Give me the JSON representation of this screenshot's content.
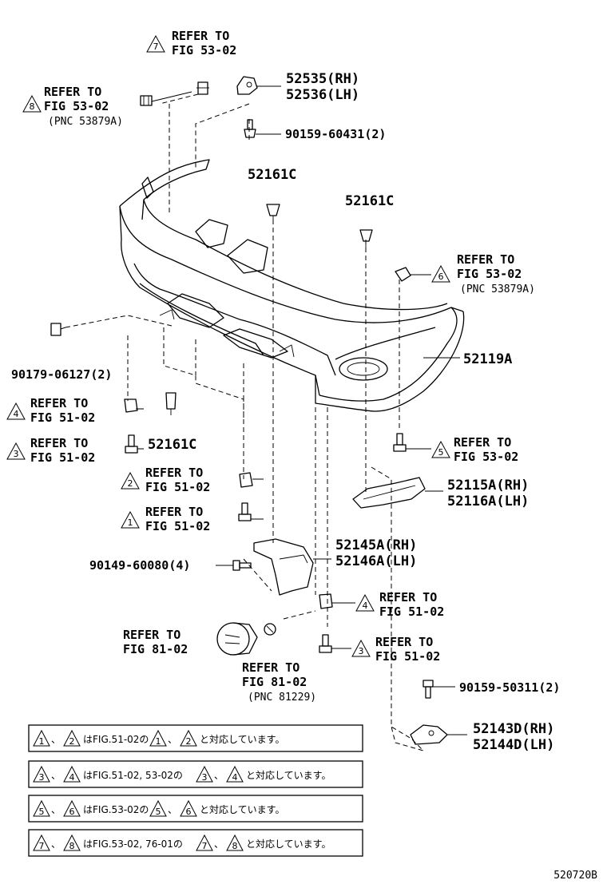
{
  "callouts": {
    "c7_top": {
      "num": "7",
      "l1": "REFER TO",
      "l2": "FIG 53-02"
    },
    "c8": {
      "num": "8",
      "l1": "REFER TO",
      "l2": "FIG 53-02",
      "l3": "(PNC 53879A)"
    },
    "c6": {
      "num": "6",
      "l1": "REFER TO",
      "l2": "FIG 53-02",
      "l3": "(PNC 53879A)"
    },
    "c4_left": {
      "num": "4",
      "l1": "REFER TO",
      "l2": "FIG 51-02"
    },
    "c3_left": {
      "num": "3",
      "l1": "REFER TO",
      "l2": "FIG 51-02"
    },
    "c5": {
      "num": "5",
      "l1": "REFER TO",
      "l2": "FIG 53-02"
    },
    "c2": {
      "num": "2",
      "l1": "REFER TO",
      "l2": "FIG 51-02"
    },
    "c1": {
      "num": "1",
      "l1": "REFER TO",
      "l2": "FIG 51-02"
    },
    "c4_right": {
      "num": "4",
      "l1": "REFER TO",
      "l2": "FIG 51-02"
    },
    "c3_right": {
      "num": "3",
      "l1": "REFER TO",
      "l2": "FIG 51-02"
    },
    "fog_lamp": {
      "l1": "REFER TO",
      "l2": "FIG 81-02"
    },
    "fog_socket": {
      "l1": "REFER TO",
      "l2": "FIG 81-02",
      "l3": "(PNC 81229)"
    }
  },
  "parts": {
    "p52535": {
      "l1": "52535(RH)",
      "l2": "52536(LH)"
    },
    "p90159a": "90159-60431(2)",
    "p52161c_a": "52161C",
    "p52161c_b": "52161C",
    "p52161c_c": "52161C",
    "p90179": "90179-06127(2)",
    "p52119a": "52119A",
    "p52115a": {
      "l1": "52115A(RH)",
      "l2": "52116A(LH)"
    },
    "p52145a": {
      "l1": "52145A(RH)",
      "l2": "52146A(LH)"
    },
    "p90149": "90149-60080(4)",
    "p90159b": "90159-50311(2)",
    "p52143d": {
      "l1": "52143D(RH)",
      "l2": "52144D(LH)"
    }
  },
  "notes": [
    {
      "a": "1",
      "b": "2",
      "mid": "はFIG.51-02の",
      "c": "1",
      "d": "2",
      "end": "と対応しています。"
    },
    {
      "a": "3",
      "b": "4",
      "mid": "はFIG.51-02, 53-02の",
      "c": "3",
      "d": "4",
      "end": "と対応しています。"
    },
    {
      "a": "5",
      "b": "6",
      "mid": "はFIG.53-02の",
      "c": "5",
      "d": "6",
      "end": "と対応しています。"
    },
    {
      "a": "7",
      "b": "8",
      "mid": "はFIG.53-02, 76-01の",
      "c": "7",
      "d": "8",
      "end": "と対応しています。"
    }
  ],
  "figure_id": "520720B"
}
